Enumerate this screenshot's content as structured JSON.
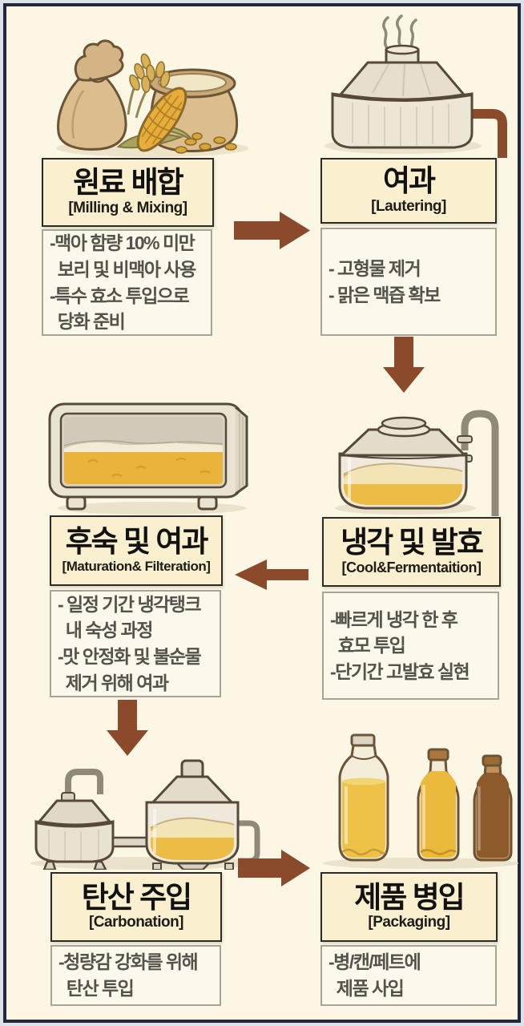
{
  "page": {
    "background": "#fbf7e4",
    "frame_border_color": "#232838",
    "arrow_color": "#8a4a2b",
    "title_box_bg": "#faf0cf"
  },
  "steps": [
    {
      "title": "원료 배합",
      "subtitle": "[Milling & Mixing]",
      "details": "-맥아 함량 10% 미만\n  보리 및 비맥아 사용\n-특수 효소 투입으로\n  당화 준비",
      "illustration": "grain-sacks"
    },
    {
      "title": "여과",
      "subtitle": "[Lautering]",
      "details": "- 고형물 제거\n- 맑은 맥즙 확보",
      "illustration": "lauter-tun"
    },
    {
      "title": "냉각 및 발효",
      "subtitle": "[Cool&Fermentaition]",
      "details": "-빠르게 냉각 한 후\n  효모 투입\n-단기간 고발효 실현",
      "illustration": "fermentation-jar"
    },
    {
      "title": "후숙 및 여과",
      "subtitle": "[Maturation& Filteration]",
      "details": "- 일정 기간 냉각탱크\n  내 숙성 과정\n-맛 안정화 및 불순물\n  제거 위해 여과",
      "illustration": "maturation-tank"
    },
    {
      "title": "탄산 주입",
      "subtitle": "[Carbonation]",
      "details": "-청량감 강화를 위해\n  탄산 투입",
      "illustration": "carbonation-tanks"
    },
    {
      "title": "제품 병입",
      "subtitle": "[Packaging]",
      "details": "-병/캔/페트에\n  제품 사입",
      "illustration": "bottles"
    }
  ]
}
